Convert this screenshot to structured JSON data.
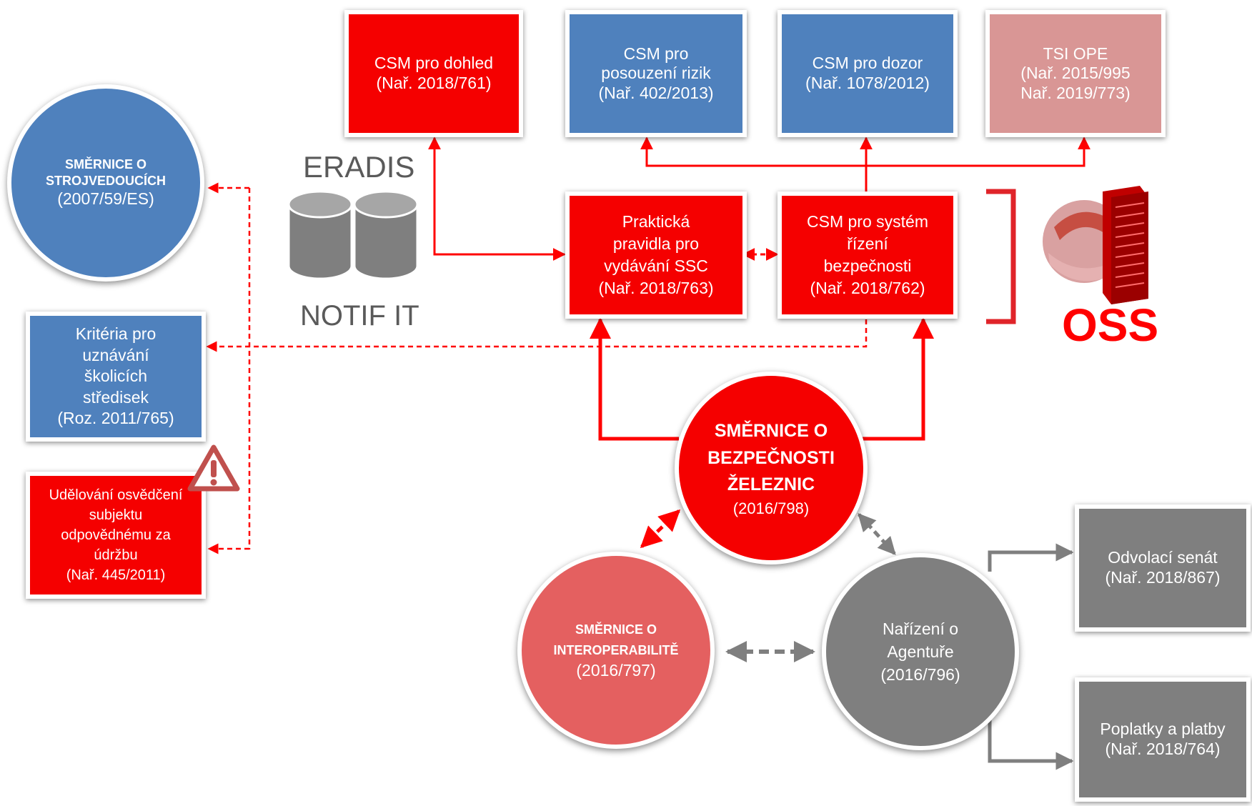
{
  "top_boxes": {
    "csm_dohled": {
      "line1": "CSM pro dohled",
      "line2": "(Nař. 2018/761)"
    },
    "csm_rizik": {
      "line1": "CSM pro",
      "line2": "posouzení rizik",
      "line3": "(Nař. 402/2013)"
    },
    "csm_dozor": {
      "line1": "CSM pro dozor",
      "line2": "(Nař. 1078/2012)"
    },
    "tsi_ope": {
      "line1": "TSI OPE",
      "line2": "(Nař. 2015/995",
      "line3": "Nař. 2019/773)"
    }
  },
  "middle_boxes": {
    "ssc": {
      "line1": "Praktická",
      "line2": "pravidla pro",
      "line3": "vydávání SSC",
      "line4": "(Nař. 2018/763)"
    },
    "sms": {
      "line1": "CSM pro systém",
      "line2": "řízení",
      "line3": "bezpečnosti",
      "line4": "(Nař. 2018/762)"
    }
  },
  "left_items": {
    "strojvedouci": {
      "line1": "SMĚRNICE  O",
      "line2": "STROJVEDOUCÍCH",
      "line3": "(2007/59/ES)"
    },
    "kriteria": {
      "line1": "Kritéria pro",
      "line2": "uznávání",
      "line3": "školicích",
      "line4": "středisek",
      "line5": "(Roz. 2011/765)"
    },
    "udrzba": {
      "line1": "Udělování osvědčení",
      "line2": "subjektu",
      "line3": "odpovědnému za",
      "line4": "údržbu",
      "line5": "(Nař. 445/2011)"
    }
  },
  "circles": {
    "bezpecnost": {
      "line1": "SMĚRNICE O",
      "line2": "BEZPEČNOSTI",
      "line3": "ŽELEZNIC",
      "line4": "(2016/798)"
    },
    "interoperabilita": {
      "line1": "SMĚRNICE O",
      "line2": "INTEROPERABILITĚ",
      "line3": "(2016/797)"
    },
    "agentura": {
      "line1": "Nařízení o",
      "line2": "Agentuře",
      "line3": "(2016/796)"
    }
  },
  "right_boxes": {
    "odvolaci": {
      "line1": "Odvolací senát",
      "line2": "(Nař. 2018/867)"
    },
    "poplatky": {
      "line1": "Poplatky a platby",
      "line2": "(Nař. 2018/764)"
    }
  },
  "labels": {
    "eradis": "ERADIS",
    "notif": "NOTIF IT",
    "oss": "OSS"
  },
  "icons": {
    "database": "database-icon",
    "warning": "warning-icon",
    "server_globe": "server-globe-icon"
  },
  "colors": {
    "red": "#f50000",
    "blue": "#4f81bd",
    "pink": "#d99695",
    "gray": "#7f7f7f",
    "circle_interop": "#e46060",
    "arrow_red": "#ff0000",
    "arrow_gray": "#7f7f7f"
  }
}
